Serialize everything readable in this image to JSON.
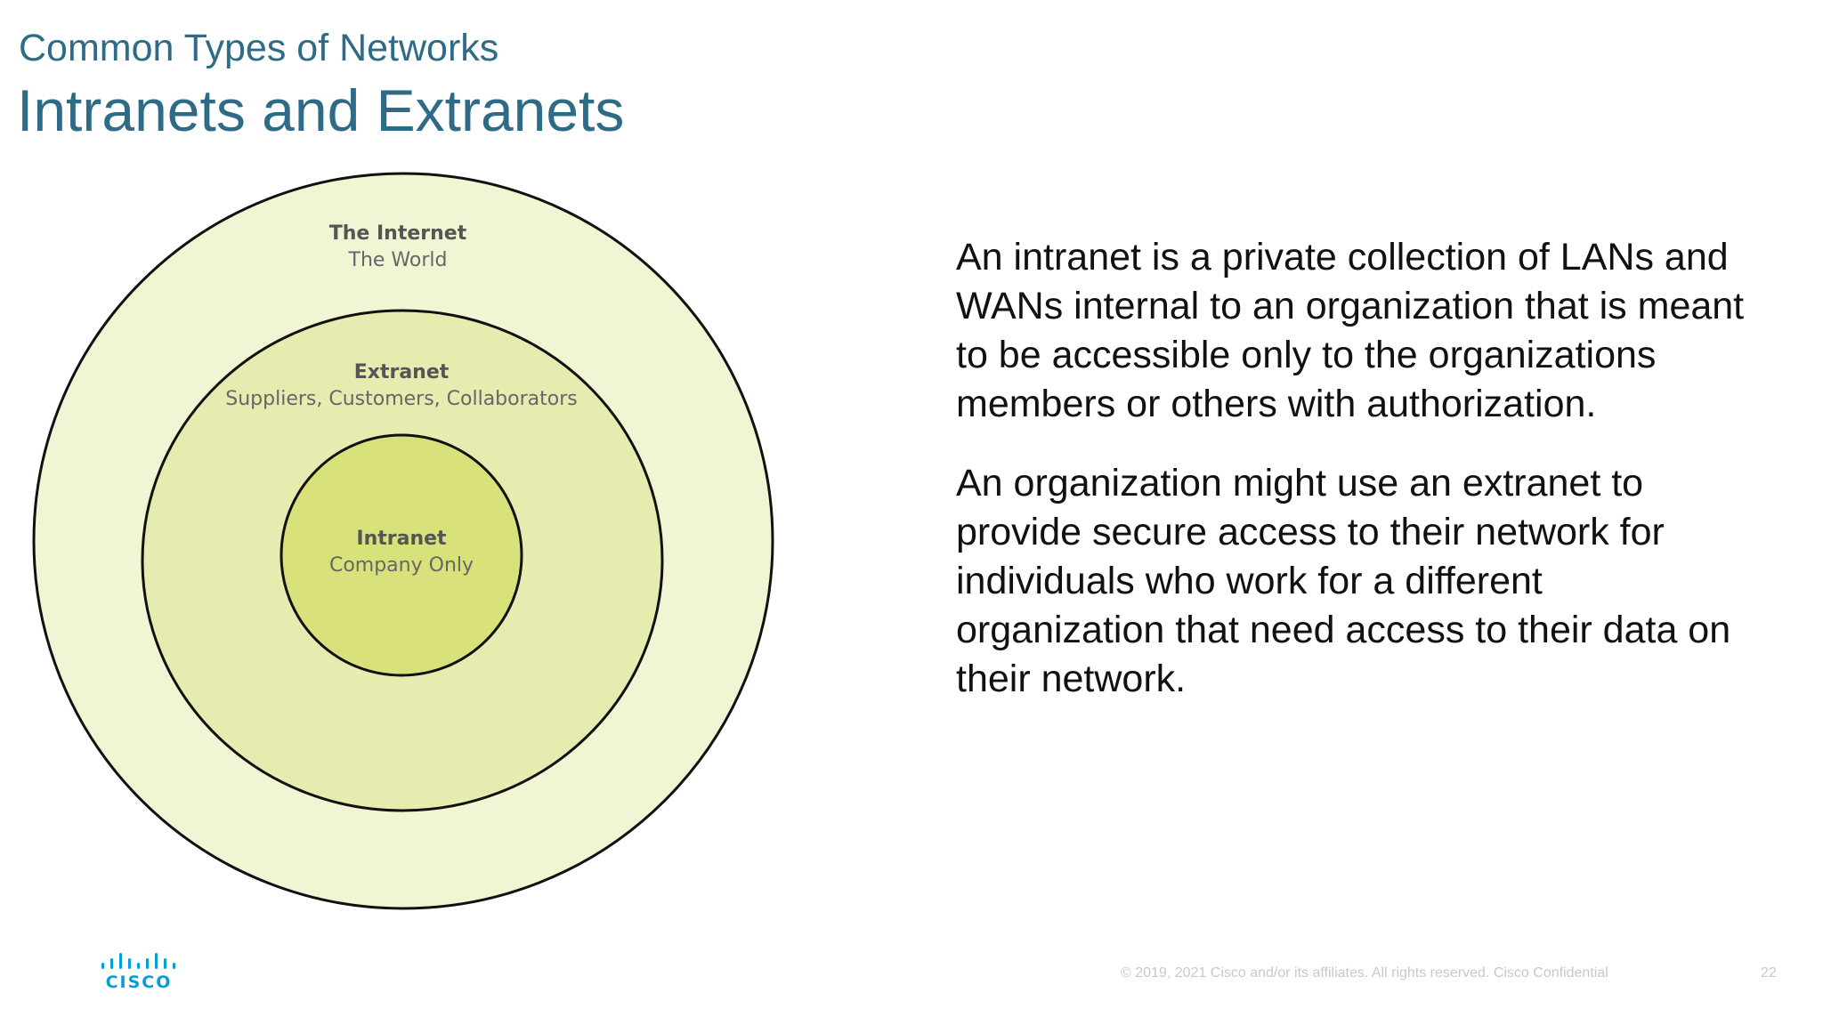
{
  "header": {
    "section": "Common Types of Networks",
    "title": "Intranets and Extranets"
  },
  "diagram": {
    "internet": {
      "name": "The Internet",
      "description": "The World",
      "color": "#f2f5d3"
    },
    "extranet": {
      "name": "Extranet",
      "description": "Suppliers, Customers, Collaborators",
      "color": "#e6ebb0"
    },
    "intranet": {
      "name": "Intranet",
      "description": "Company Only",
      "color": "#d9e27a"
    }
  },
  "body": {
    "paragraph1": "An intranet is a private collection of LANs and WANs internal to an organization that is meant to be accessible only to the organizations members or others with authorization.",
    "paragraph2": "An organization might use an extranet to provide secure access to their network for individuals who work for a different organization that need access to their data on their network."
  },
  "footer": {
    "copyright": "© 2019, 2021  Cisco and/or its affiliates. All rights reserved.   Cisco Confidential",
    "page_number": "22",
    "logo_text": "CISCO",
    "logo_color": "#049fd9"
  }
}
